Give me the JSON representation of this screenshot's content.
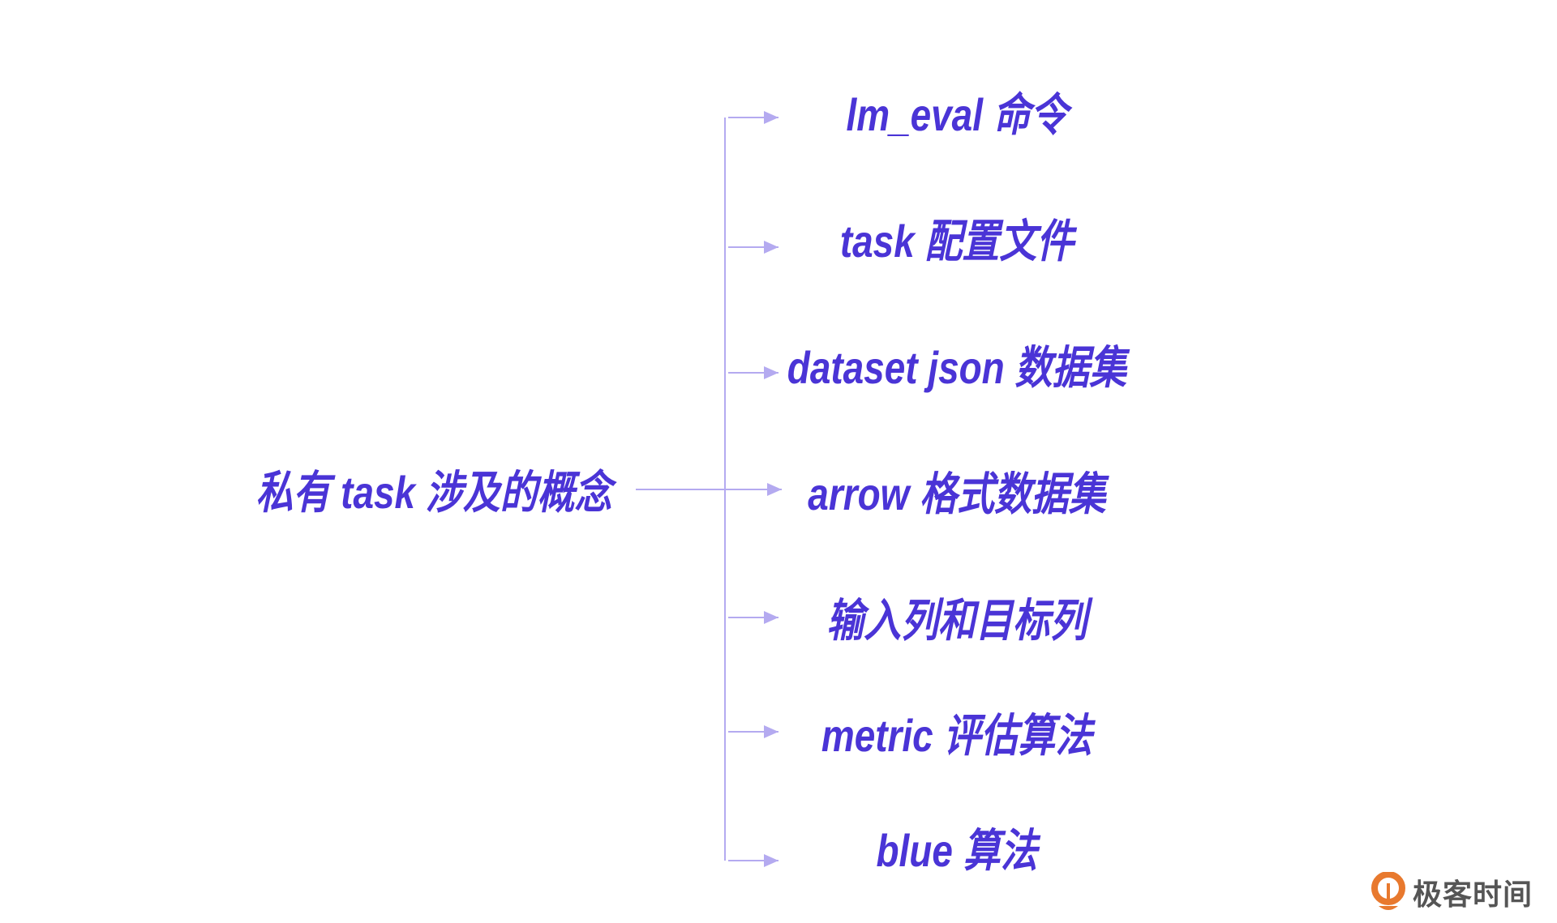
{
  "root": {
    "label": "私有 task 涉及的概念"
  },
  "children": [
    {
      "label": "lm_eval 命令"
    },
    {
      "label": "task 配置文件"
    },
    {
      "label": "dataset json 数据集"
    },
    {
      "label": "arrow 格式数据集"
    },
    {
      "label": "输入列和目标列"
    },
    {
      "label": "metric 评估算法"
    },
    {
      "label": "blue 算法"
    }
  ],
  "logo": {
    "text": "极客时间"
  },
  "colors": {
    "text": "#4a34d6",
    "line": "#b4aaf0",
    "logo_orange": "#e8792e",
    "logo_text": "#555555"
  }
}
